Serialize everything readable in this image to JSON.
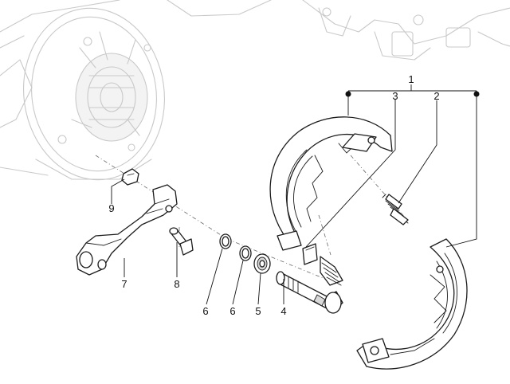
{
  "callouts": {
    "c1": "1",
    "c2": "2",
    "c3": "3",
    "c4": "4",
    "c5": "5",
    "c6a": "6",
    "c6b": "6",
    "c7": "7",
    "c8": "8",
    "c9": "9"
  },
  "colors": {
    "line": "#1c1c1c",
    "ghost": "#c9c9c9",
    "background": "#ffffff"
  }
}
